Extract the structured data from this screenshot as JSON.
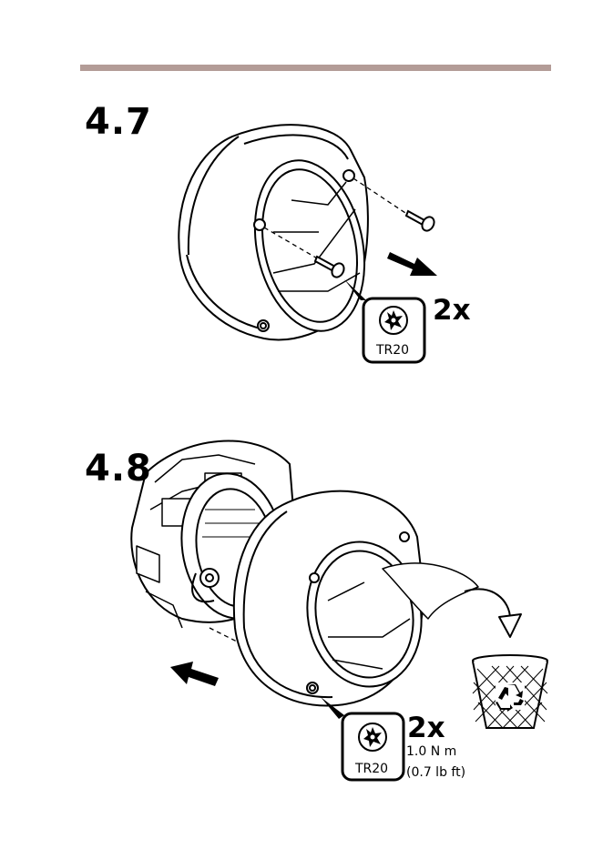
{
  "colors": {
    "rule": "#b39c97",
    "line": "#000000",
    "fill": "#ffffff"
  },
  "step1": {
    "number": "4.7",
    "tool": {
      "icon": "torx-tr20-icon",
      "label": "TR20"
    },
    "count": "2x"
  },
  "step2": {
    "number": "4.8",
    "tool": {
      "icon": "torx-tr20-icon",
      "label": "TR20"
    },
    "count": "2x",
    "torque_nm": "1.0 N m",
    "torque_lbft": "(0.7 lb ft)"
  },
  "icons": [
    "dome-cover-icon",
    "screw-icon",
    "arrow-icon",
    "camera-unit-icon",
    "recycle-bin-icon",
    "recycle-icon"
  ]
}
